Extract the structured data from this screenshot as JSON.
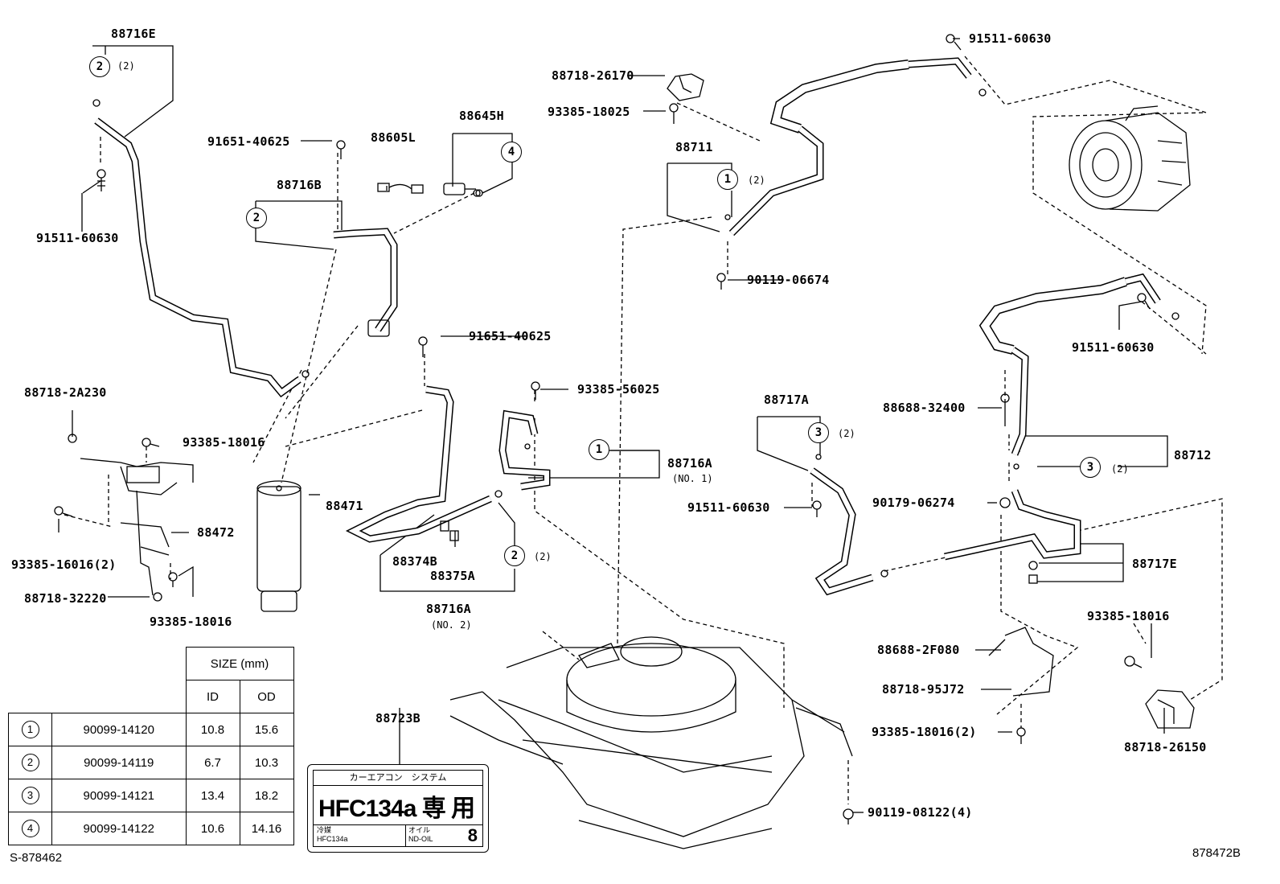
{
  "parts": {
    "p88716E": "88716E",
    "p91651_40625_a": "91651-40625",
    "p88605L": "88605L",
    "p88645H": "88645H",
    "p88716B": "88716B",
    "p91511_60630_a": "91511-60630",
    "p88718_26170": "88718-26170",
    "p93385_18025": "93385-18025",
    "p88711": "88711",
    "p91511_60630_b": "91511-60630",
    "p90119_06674": "90119-06674",
    "p91511_60630_c": "91511-60630",
    "p91651_40625_b": "91651-40625",
    "p93385_56025": "93385-56025",
    "p88718_2A230": "88718-2A230",
    "p93385_18016_a": "93385-18016",
    "p88472": "88472",
    "p93385_16016": "93385-16016(2)",
    "p88718_32220": "88718-32220",
    "p93385_18016_b": "93385-18016",
    "p88471": "88471",
    "p88374B": "88374B",
    "p88375A": "88375A",
    "p88716A_2": "88716A",
    "no2": "(NO. 2)",
    "p88716A_1": "88716A",
    "no1": "(NO. 1)",
    "p88717A": "88717A",
    "p91511_60630_d": "91511-60630",
    "p88688_32400": "88688-32400",
    "p88712": "88712",
    "p90179_06274": "90179-06274",
    "p88717E": "88717E",
    "p93385_18016_c": "93385-18016",
    "p88688_2F080": "88688-2F080",
    "p88718_95J72": "88718-95J72",
    "p93385_18016_2": "93385-18016(2)",
    "p88718_26150": "88718-26150",
    "p88723B": "88723B",
    "p90119_08122": "90119-08122(4)"
  },
  "callouts": {
    "c2": "2",
    "c4": "4",
    "c1": "1",
    "c3": "3",
    "q2": "(2)"
  },
  "spec_table": {
    "size_header": "SIZE (mm)",
    "col_id": "ID",
    "col_od": "OD",
    "rows": [
      {
        "ref": "1",
        "part": "90099-14120",
        "id": "10.8",
        "od": "15.6"
      },
      {
        "ref": "2",
        "part": "90099-14119",
        "id": "6.7",
        "od": "10.3"
      },
      {
        "ref": "3",
        "part": "90099-14121",
        "id": "13.4",
        "od": "18.2"
      },
      {
        "ref": "4",
        "part": "90099-14122",
        "id": "10.6",
        "od": "14.16"
      }
    ]
  },
  "label_plate": {
    "header": "カーエアコン　システム",
    "main": "HFC134a 専 用",
    "refrigerant_label": "冷媒",
    "refrigerant": "HFC134a",
    "oil_label": "オイル",
    "oil": "ND-OIL",
    "oil_number": "8"
  },
  "footer": {
    "left_code": "S-878462",
    "right_code": "878472B"
  }
}
